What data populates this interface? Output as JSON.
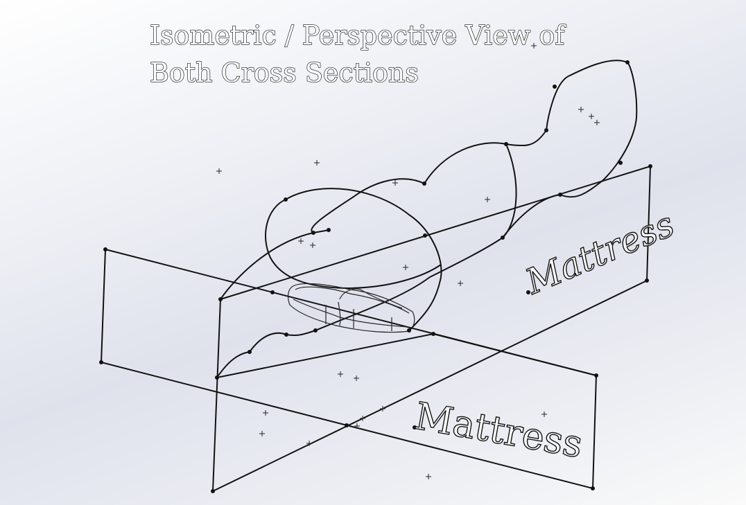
{
  "title": {
    "line1": "Isometric / Perspective View of",
    "line2": "Both Cross Sections"
  },
  "labels": {
    "back_plane": "Mattress",
    "front_plane": "Mattress"
  }
}
